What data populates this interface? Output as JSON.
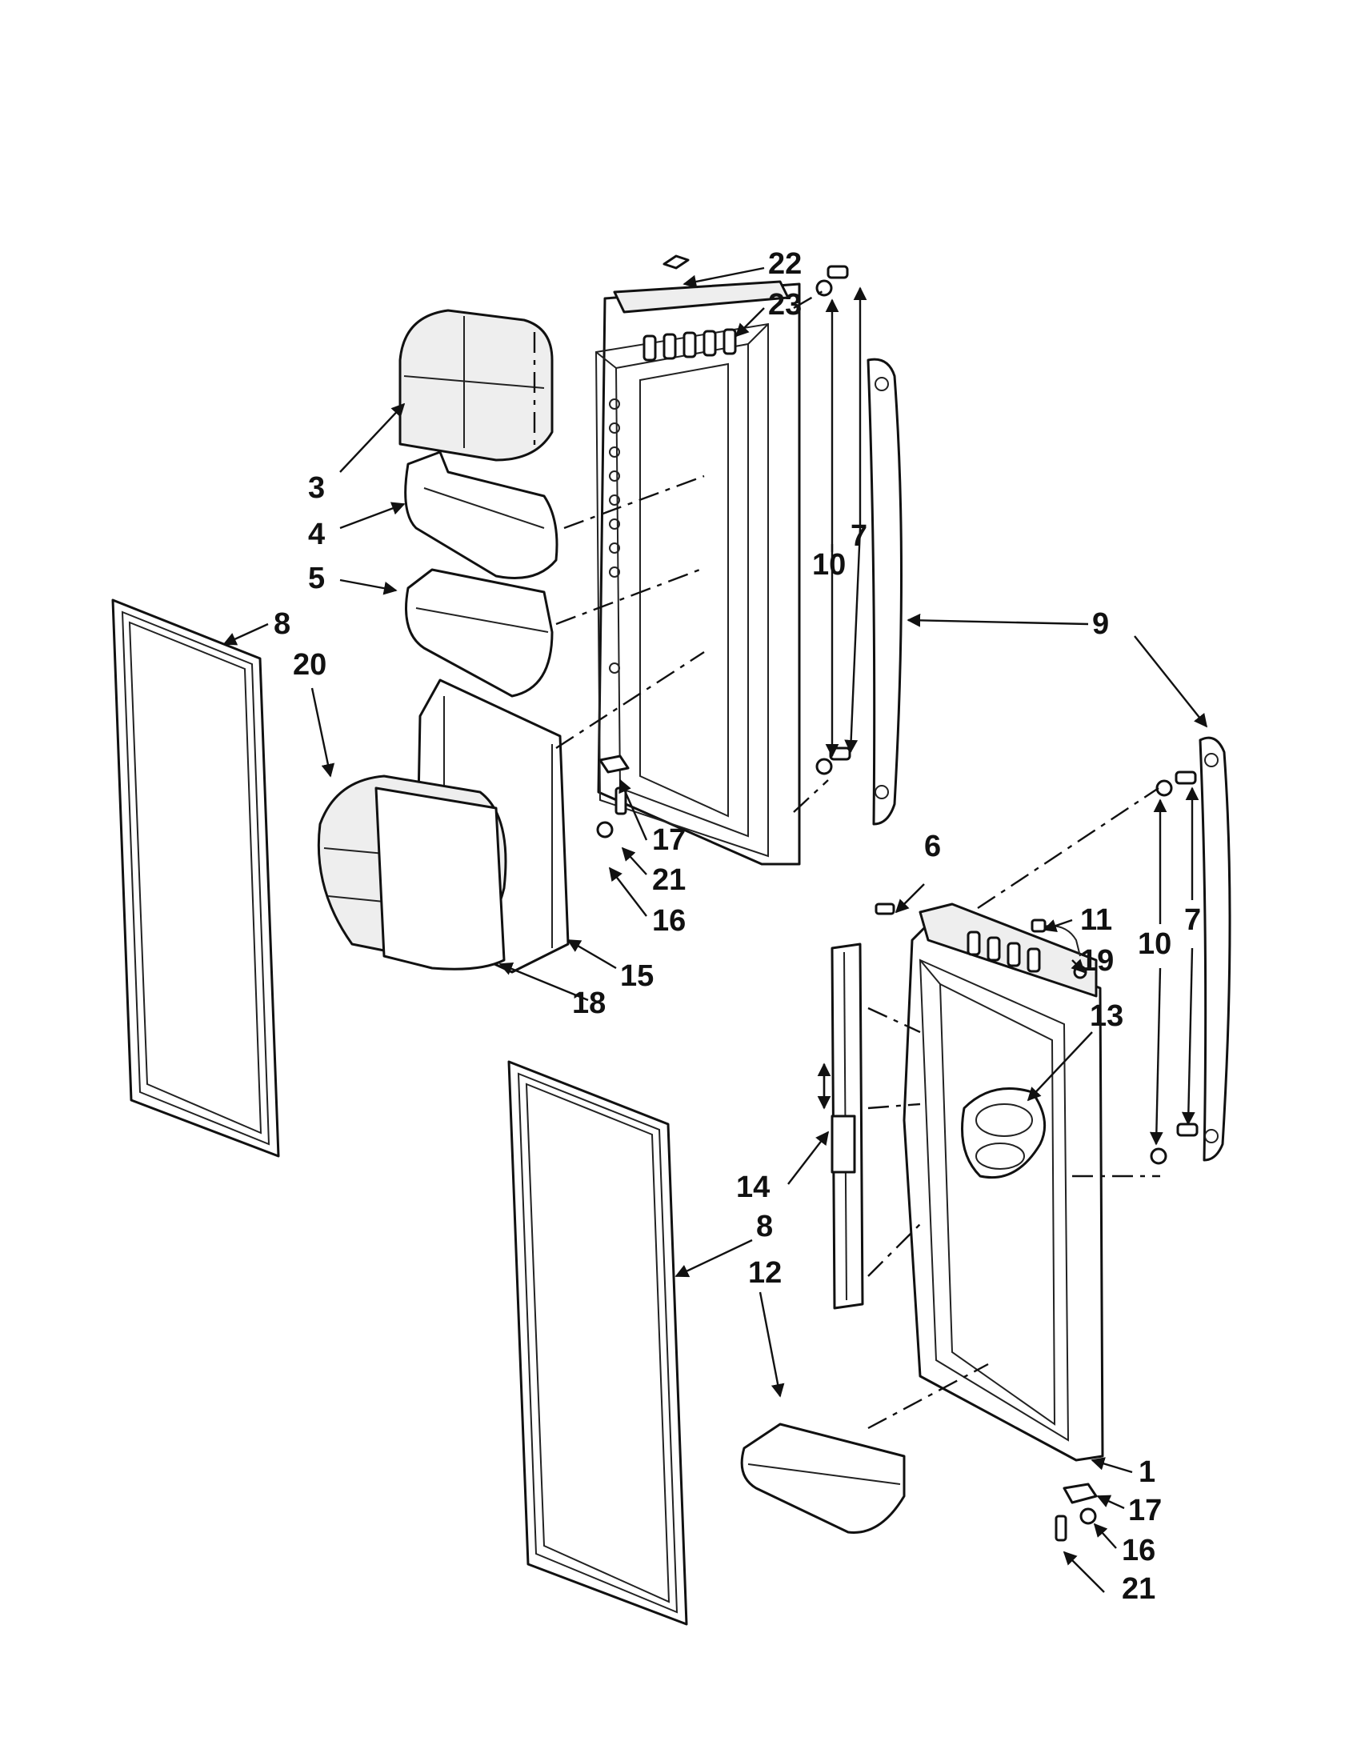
{
  "callouts": {
    "c22": "22",
    "c23": "23",
    "c3": "3",
    "c4": "4",
    "c5": "5",
    "c8a": "8",
    "c20": "20",
    "c10a": "10",
    "c7a": "7",
    "c9": "9",
    "c17a": "17",
    "c21a": "21",
    "c16a": "16",
    "c15": "15",
    "c18": "18",
    "c6": "6",
    "c11": "11",
    "c19": "19",
    "c10b": "10",
    "c7b": "7",
    "c13": "13",
    "c14": "14",
    "c8b": "8",
    "c12": "12",
    "c1": "1",
    "c17b": "17",
    "c16b": "16",
    "c21b": "21"
  },
  "colors": {
    "line": "#111111",
    "background": "#ffffff",
    "shade": "#eeeeee"
  }
}
